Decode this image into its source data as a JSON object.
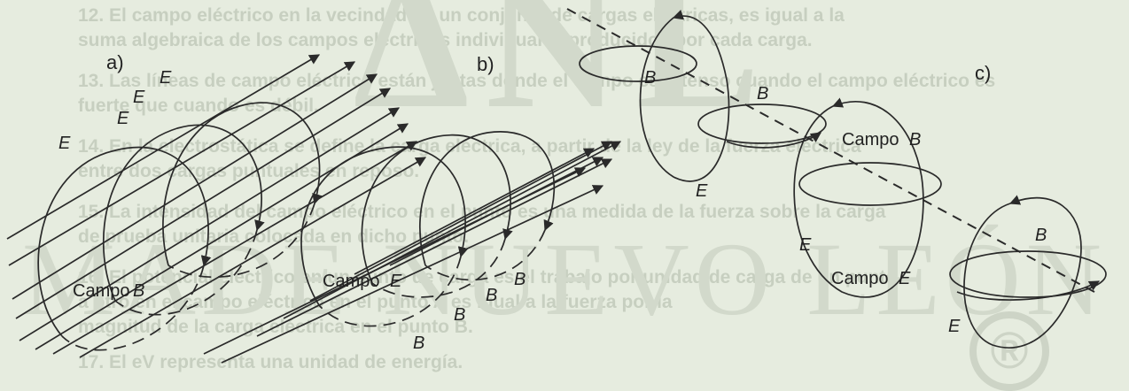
{
  "watermark": {
    "top": "ΔNL",
    "bottom": "MADE NUEVO LEÓN",
    "registered": "®"
  },
  "background_lines": [
    "12. El campo eléctrico en la vecindad de un conjunto de cargas eléctricas, es igual a la",
    "suma algebraica de los campos eléctricos individuales producidos por cada carga.",
    "13. Las líneas de campo eléctrico están juntas donde el campo es intenso cuando el campo eléctrico es",
    "fuerte que cuando es débil.",
    "14. En la electrostática se define la carga eléctrica, a partir de la ley de la fuerza eléctrica",
    "entre dos cargas puntuales en reposo.",
    "15. La intensidad del campo eléctrico en el punto es una medida de la fuerza sobre la carga",
    "de prueba unitaria colocada en dicho punto.",
    "16. El potencial eléctrico en un punto de carga es el trabajo por unidad de carga de un punto",
    "a otro en el campo eléctrico en el punto A es igual a la fuerza por la",
    "magnitud de la carga eléctrica en el punto B.",
    "17. El eV representa una unidad de energía."
  ],
  "diagram": {
    "panel_a": {
      "label": "a)",
      "field_E": "E",
      "field_B": "B",
      "campo_label": "Campo",
      "campo_field": "B"
    },
    "panel_b": {
      "label": "b)",
      "field_E": "E",
      "field_B": "B",
      "campo_label": "Campo",
      "campo_field": "E"
    },
    "panel_c": {
      "label": "c)",
      "field_E": "E",
      "field_B": "B",
      "campo_label": "Campo",
      "campo_B": "B",
      "campo_E": "E"
    }
  }
}
